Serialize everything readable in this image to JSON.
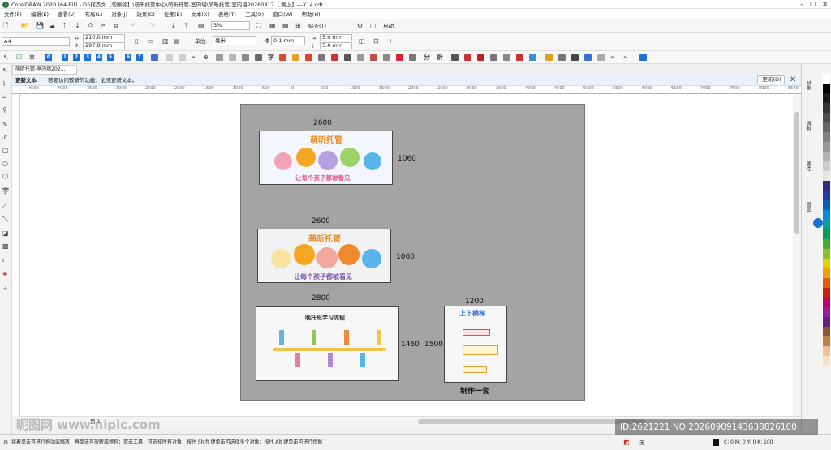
{
  "window": {
    "title": "CorelDRAW 2020 (64-Bit) - D:\\何杰文【勿删除】\\萌昕托管中心\\萌昕托管-室内墙\\萌昕托管-室内墙20260817【 晚上】---X14.cdr"
  },
  "menu": [
    "文件(F)",
    "编辑(E)",
    "查看(V)",
    "布局(L)",
    "对象(J)",
    "效果(C)",
    "位图(B)",
    "文本(X)",
    "表格(T)",
    "工具(O)",
    "窗口(W)",
    "帮助(H)"
  ],
  "toolbar": {
    "zoom": "3%",
    "snap_label": "贴齐(T)",
    "launch_label": "启动"
  },
  "property_bar": {
    "page_size": "A4",
    "width": "210.0 mm",
    "height": "297.0 mm",
    "units_label": "单位:",
    "units_value": "毫米",
    "nudge": "0.1 mm",
    "dup_x": "5.0 mm",
    "dup_y": "5.0 mm"
  },
  "toolbar3": {
    "numbers": [
      "0",
      "1",
      "2",
      "3",
      "4",
      "5",
      "6",
      "7"
    ],
    "glyph_zi": "字",
    "glyph_fen": "分",
    "glyph_zhe": "折"
  },
  "doc_tab": {
    "label": "萌昕托管-室内墙202..."
  },
  "notice": {
    "title": "更新文本",
    "message": "若要访问较新的功能，必须更新文本。",
    "button": "更新(D)"
  },
  "ruler_ticks": [
    "4500",
    "4000",
    "3500",
    "3000",
    "2500",
    "2000",
    "1500",
    "1000",
    "500",
    "0",
    "500",
    "1000",
    "1500",
    "2000",
    "2500",
    "3000",
    "3500",
    "4000",
    "4500",
    "5000",
    "5500",
    "6000",
    "6500",
    "7000",
    "7500",
    "8000",
    "8500"
  ],
  "canvas": {
    "designs": [
      {
        "width_label": "2600",
        "height_label": "1060",
        "title": "萌昕托管",
        "slogan": "让每个孩子都被看见"
      },
      {
        "width_label": "2600",
        "height_label": "1060",
        "title": "萌昕托管",
        "slogan": "让每个孩子都被看见"
      },
      {
        "width_label": "2800",
        "height_label": "1460",
        "title": "晚托班学习流程"
      },
      {
        "width_label": "1200",
        "height_label": "1500",
        "title": "上下楼梯",
        "caption": "制作一套"
      }
    ]
  },
  "page_nav": {
    "label": "页 1"
  },
  "status": {
    "hint": "接着单击可进行拖动或缩放；再单击可旋转或倾斜；双击工具，可选择所有对象；按住 Shift 键单击可选择多个对象；按住 Alt 键单击可进行挖掘",
    "fill_label": "无",
    "color_model": "C: 0 M: 0 Y: 0 K: 100"
  },
  "watermark": {
    "site": "昵图网 www.nipic.com",
    "id": "ID:2621221 NO:20260909143638826100"
  },
  "colors": {
    "accent": "#1e6fd6",
    "page_gray": "#a4a4a4",
    "notice_bg": "#e7f2fb"
  },
  "right_panel_tabs": [
    "对象",
    "调和",
    "属性",
    "图层"
  ],
  "palette": [
    "#ffffff",
    "#000000",
    "#1a1a1a",
    "#333333",
    "#4d4d4d",
    "#666666",
    "#808080",
    "#999999",
    "#b3b3b3",
    "#cccccc",
    "#e6e6e6",
    "#2b2b8c",
    "#1e3fa8",
    "#0060c0",
    "#0090d8",
    "#00a0a0",
    "#00a050",
    "#40b030",
    "#90c020",
    "#e0d000",
    "#f0a000",
    "#e06000",
    "#d02000",
    "#c00060",
    "#9020a0",
    "#602080",
    "#8a5a2a",
    "#c08040",
    "#f0c090",
    "#f8e0c0"
  ]
}
